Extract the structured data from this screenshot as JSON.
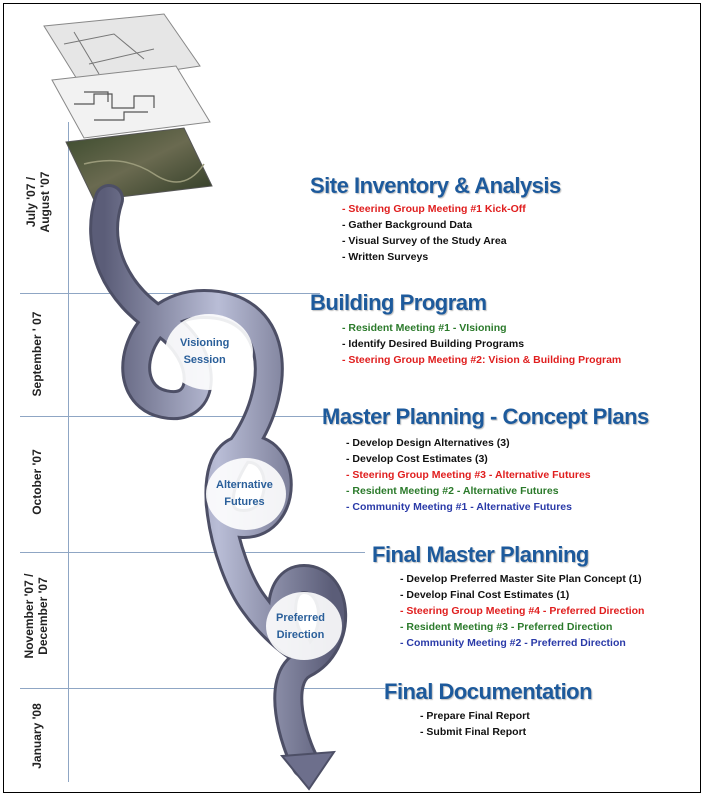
{
  "periods": [
    {
      "l1": "July '07 /",
      "l2": "August '07"
    },
    {
      "l1": "September ' 07",
      "l2": ""
    },
    {
      "l1": "October '07",
      "l2": ""
    },
    {
      "l1": "November '07 /",
      "l2": "December '07"
    },
    {
      "l1": "January '08",
      "l2": ""
    }
  ],
  "loops": [
    {
      "l1": "Visioning",
      "l2": "Session"
    },
    {
      "l1": "Alternative",
      "l2": "Futures"
    },
    {
      "l1": "Preferred",
      "l2": "Direction"
    }
  ],
  "phases": [
    {
      "title": "Site Inventory & Analysis",
      "items": [
        {
          "text": "- Steering Group Meeting #1 Kick-Off",
          "color": "red"
        },
        {
          "text": "- Gather Background Data",
          "color": "black"
        },
        {
          "text": "- Visual Survey of the Study Area",
          "color": "black"
        },
        {
          "text": "- Written Surveys",
          "color": "black"
        }
      ]
    },
    {
      "title": "Building Program",
      "items": [
        {
          "text": "- Resident Meeting #1 - VIsioning",
          "color": "green"
        },
        {
          "text": "- Identify Desired Building Programs",
          "color": "black"
        },
        {
          "text": "- Steering Group Meeting #2: Vision & Building Program",
          "color": "red"
        }
      ]
    },
    {
      "title": "Master Planning - Concept Plans",
      "items": [
        {
          "text": "- Develop Design Alternatives (3)",
          "color": "black"
        },
        {
          "text": "- Develop Cost Estimates (3)",
          "color": "black"
        },
        {
          "text": "- Steering Group Meeting #3 - Alternative Futures",
          "color": "red"
        },
        {
          "text": "- Resident Meeting #2 - Alternative Futures",
          "color": "green"
        },
        {
          "text": "- Community Meeting #1 - Alternative Futures",
          "color": "blue"
        }
      ]
    },
    {
      "title": "Final Master Planning",
      "items": [
        {
          "text": "- Develop Preferred Master Site Plan Concept (1)",
          "color": "black"
        },
        {
          "text": "- Develop Final Cost Estimates (1)",
          "color": "black"
        },
        {
          "text": "- Steering Group Meeting #4 - Preferred Direction",
          "color": "red"
        },
        {
          "text": "- Resident Meeting #3 - Preferred Direction",
          "color": "green"
        },
        {
          "text": "- Community Meeting #2 - Preferred Direction",
          "color": "blue"
        }
      ]
    },
    {
      "title": "Final Documentation",
      "items": [
        {
          "text": "- Prepare Final Report",
          "color": "black"
        },
        {
          "text": "- Submit Final Report",
          "color": "black"
        }
      ]
    }
  ]
}
